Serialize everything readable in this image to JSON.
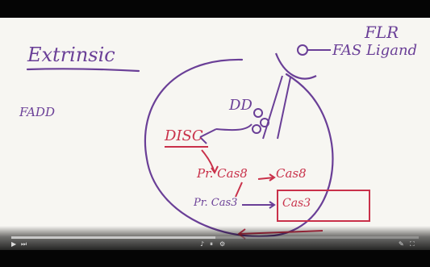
{
  "whiteboard": {
    "title": "Extrinsic",
    "label_fadd": "FADD",
    "label_flr": "FLR",
    "label_fas_ligand": "FAS Ligand",
    "label_dd": "DD",
    "label_disc": "DISC",
    "label_pr_cas8": "Pr. Cas8",
    "label_cas8": "Cas8",
    "label_pr_cas3": "Pr. Cas3",
    "label_cas3": "Cas3"
  },
  "player": {
    "progress_fraction": 0.5,
    "icons": [
      "play-icon",
      "next-icon",
      "volume-icon",
      "settings-icon",
      "fullscreen-icon"
    ]
  },
  "colors": {
    "ink_purple": "#6a3f97",
    "ink_red": "#c9314a",
    "board": "#f7f6f2"
  }
}
